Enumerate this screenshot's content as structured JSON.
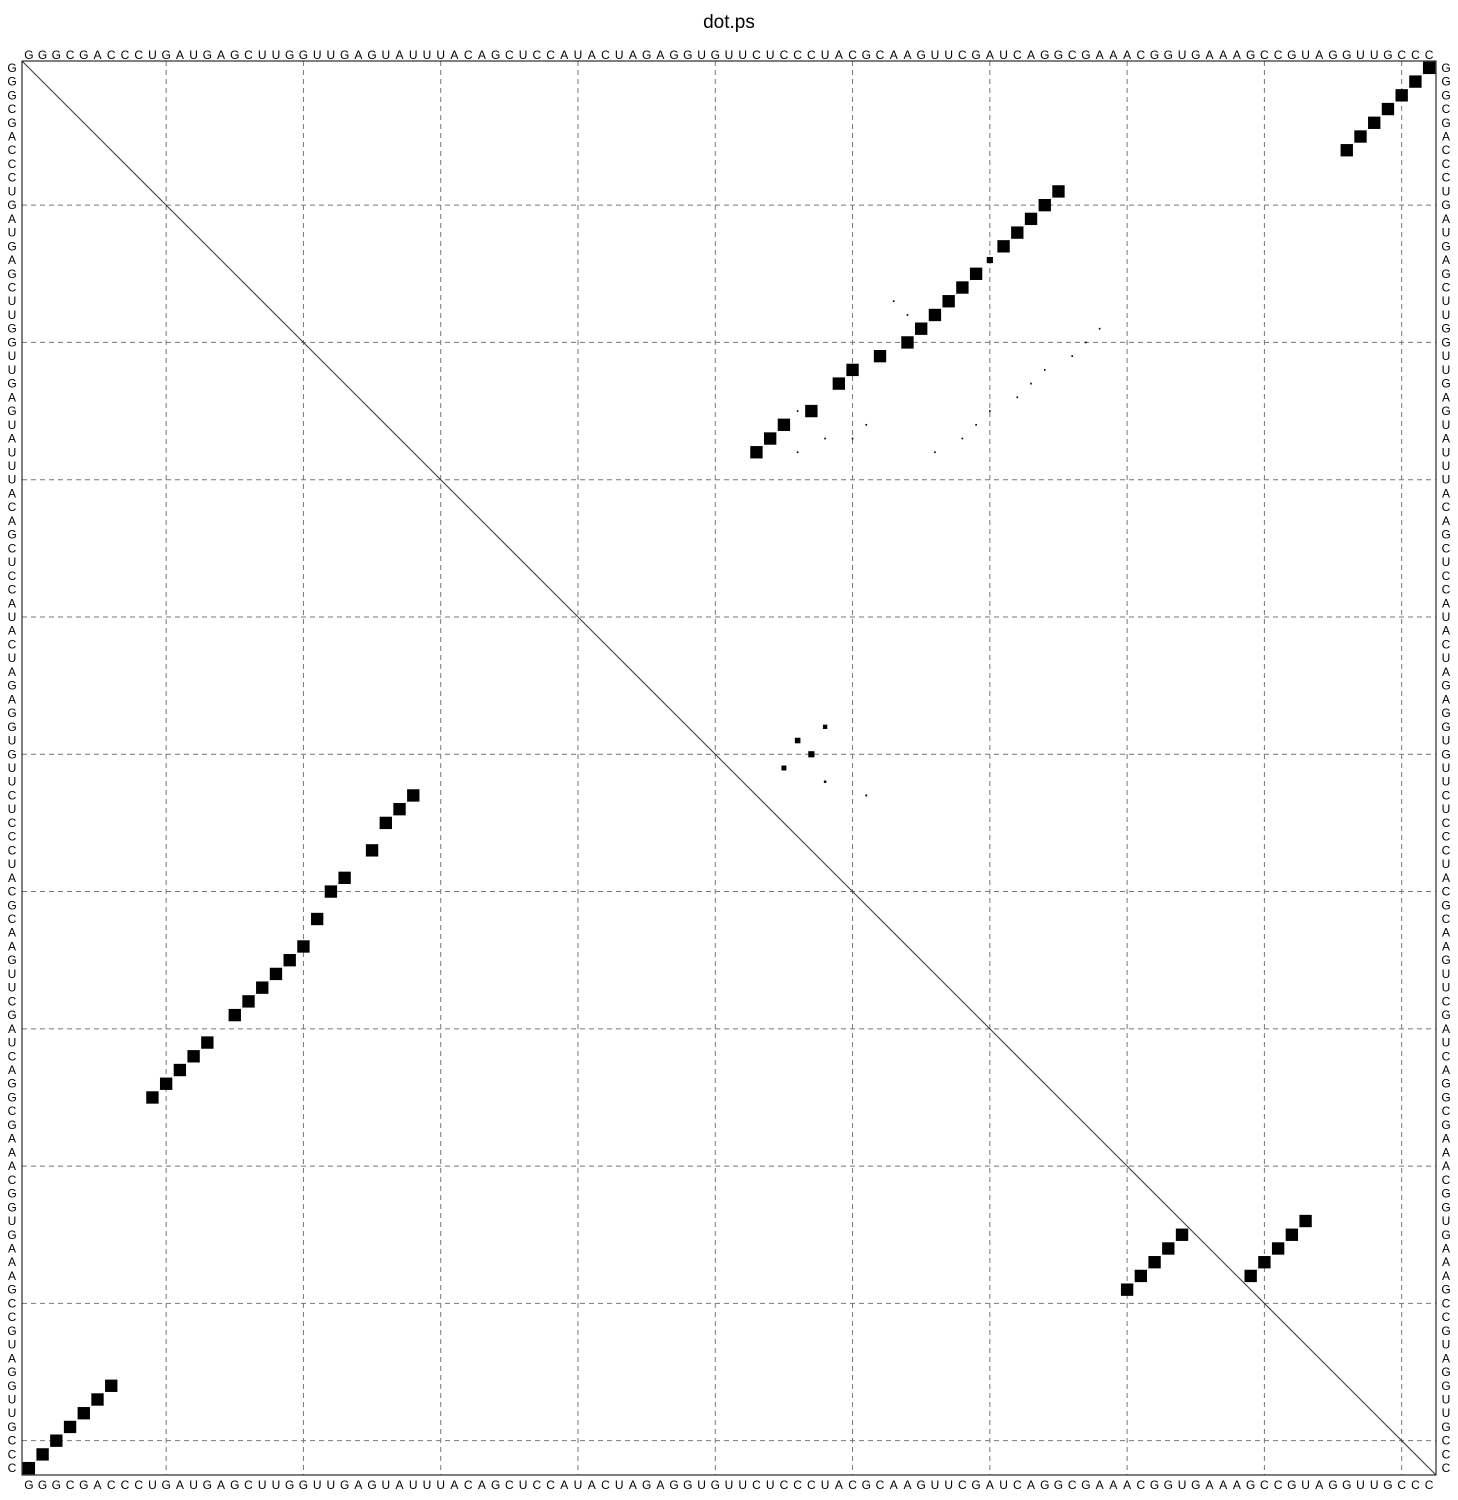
{
  "title": "dot.ps",
  "sequence": "GGGCGACCCUGAUGAGCUUGGUUGAGUAUUUACAGCUCCAUACUAGAGGUGUUCUCCCUACGCAAGUUCGAUCAGGCGAAACGGUGAAAGCCGUAGGUUGCCC",
  "plot": {
    "length": 103,
    "grid_every": 10,
    "upper_triangle": "base-pair probabilities (sqrt-scaled boxes)",
    "lower_triangle": "minimum free energy structure"
  },
  "chart_data": {
    "type": "heatmap",
    "x_labels_source": "sequence",
    "y_labels_source": "sequence",
    "upper_pairs": [
      [
        1,
        103,
        1.0
      ],
      [
        2,
        102,
        1.0
      ],
      [
        3,
        101,
        1.0
      ],
      [
        4,
        100,
        1.0
      ],
      [
        5,
        99,
        1.0
      ],
      [
        6,
        98,
        1.0
      ],
      [
        7,
        97,
        1.0
      ],
      [
        10,
        76,
        1.0
      ],
      [
        11,
        75,
        1.0
      ],
      [
        12,
        74,
        1.0
      ],
      [
        13,
        73,
        1.0
      ],
      [
        14,
        72,
        1.0
      ],
      [
        15,
        71,
        0.5
      ],
      [
        16,
        70,
        1.0
      ],
      [
        17,
        69,
        1.0
      ],
      [
        18,
        68,
        1.0
      ],
      [
        19,
        67,
        1.0
      ],
      [
        20,
        66,
        1.0
      ],
      [
        21,
        65,
        1.0
      ],
      [
        22,
        63,
        1.0
      ],
      [
        23,
        61,
        1.0
      ],
      [
        24,
        60,
        1.0
      ],
      [
        26,
        58,
        1.0
      ],
      [
        27,
        56,
        1.0
      ],
      [
        28,
        55,
        1.0
      ],
      [
        29,
        54,
        1.0
      ],
      [
        85,
        94,
        1.0
      ],
      [
        86,
        93,
        1.0
      ],
      [
        87,
        92,
        1.0
      ],
      [
        88,
        91,
        1.0
      ],
      [
        89,
        90,
        1.0
      ],
      [
        49,
        59,
        0.35
      ],
      [
        50,
        57,
        0.45
      ],
      [
        51,
        58,
        0.5
      ],
      [
        52,
        56,
        0.4
      ],
      [
        53,
        59,
        0.2
      ],
      [
        54,
        62,
        0.15
      ]
    ],
    "faint_pairs": [
      [
        29,
        57
      ],
      [
        26,
        57
      ],
      [
        28,
        59
      ],
      [
        27,
        62
      ],
      [
        28,
        61
      ],
      [
        29,
        67
      ],
      [
        28,
        69
      ],
      [
        27,
        70
      ],
      [
        26,
        71
      ],
      [
        25,
        73
      ],
      [
        24,
        74
      ],
      [
        23,
        75
      ],
      [
        22,
        77
      ],
      [
        21,
        78
      ],
      [
        20,
        79
      ],
      [
        18,
        64
      ],
      [
        19,
        65
      ]
    ],
    "lower_pairs": [
      [
        1,
        103
      ],
      [
        2,
        102
      ],
      [
        3,
        101
      ],
      [
        4,
        100
      ],
      [
        5,
        99
      ],
      [
        6,
        98
      ],
      [
        7,
        97
      ],
      [
        10,
        76
      ],
      [
        11,
        75
      ],
      [
        12,
        74
      ],
      [
        13,
        73
      ],
      [
        14,
        72
      ],
      [
        16,
        70
      ],
      [
        17,
        69
      ],
      [
        18,
        68
      ],
      [
        19,
        67
      ],
      [
        20,
        66
      ],
      [
        21,
        65
      ],
      [
        22,
        63
      ],
      [
        23,
        61
      ],
      [
        24,
        60
      ],
      [
        26,
        58
      ],
      [
        27,
        56
      ],
      [
        28,
        55
      ],
      [
        29,
        54
      ],
      [
        81,
        90
      ],
      [
        82,
        89
      ],
      [
        83,
        88
      ],
      [
        84,
        87
      ],
      [
        85,
        86
      ]
    ]
  }
}
